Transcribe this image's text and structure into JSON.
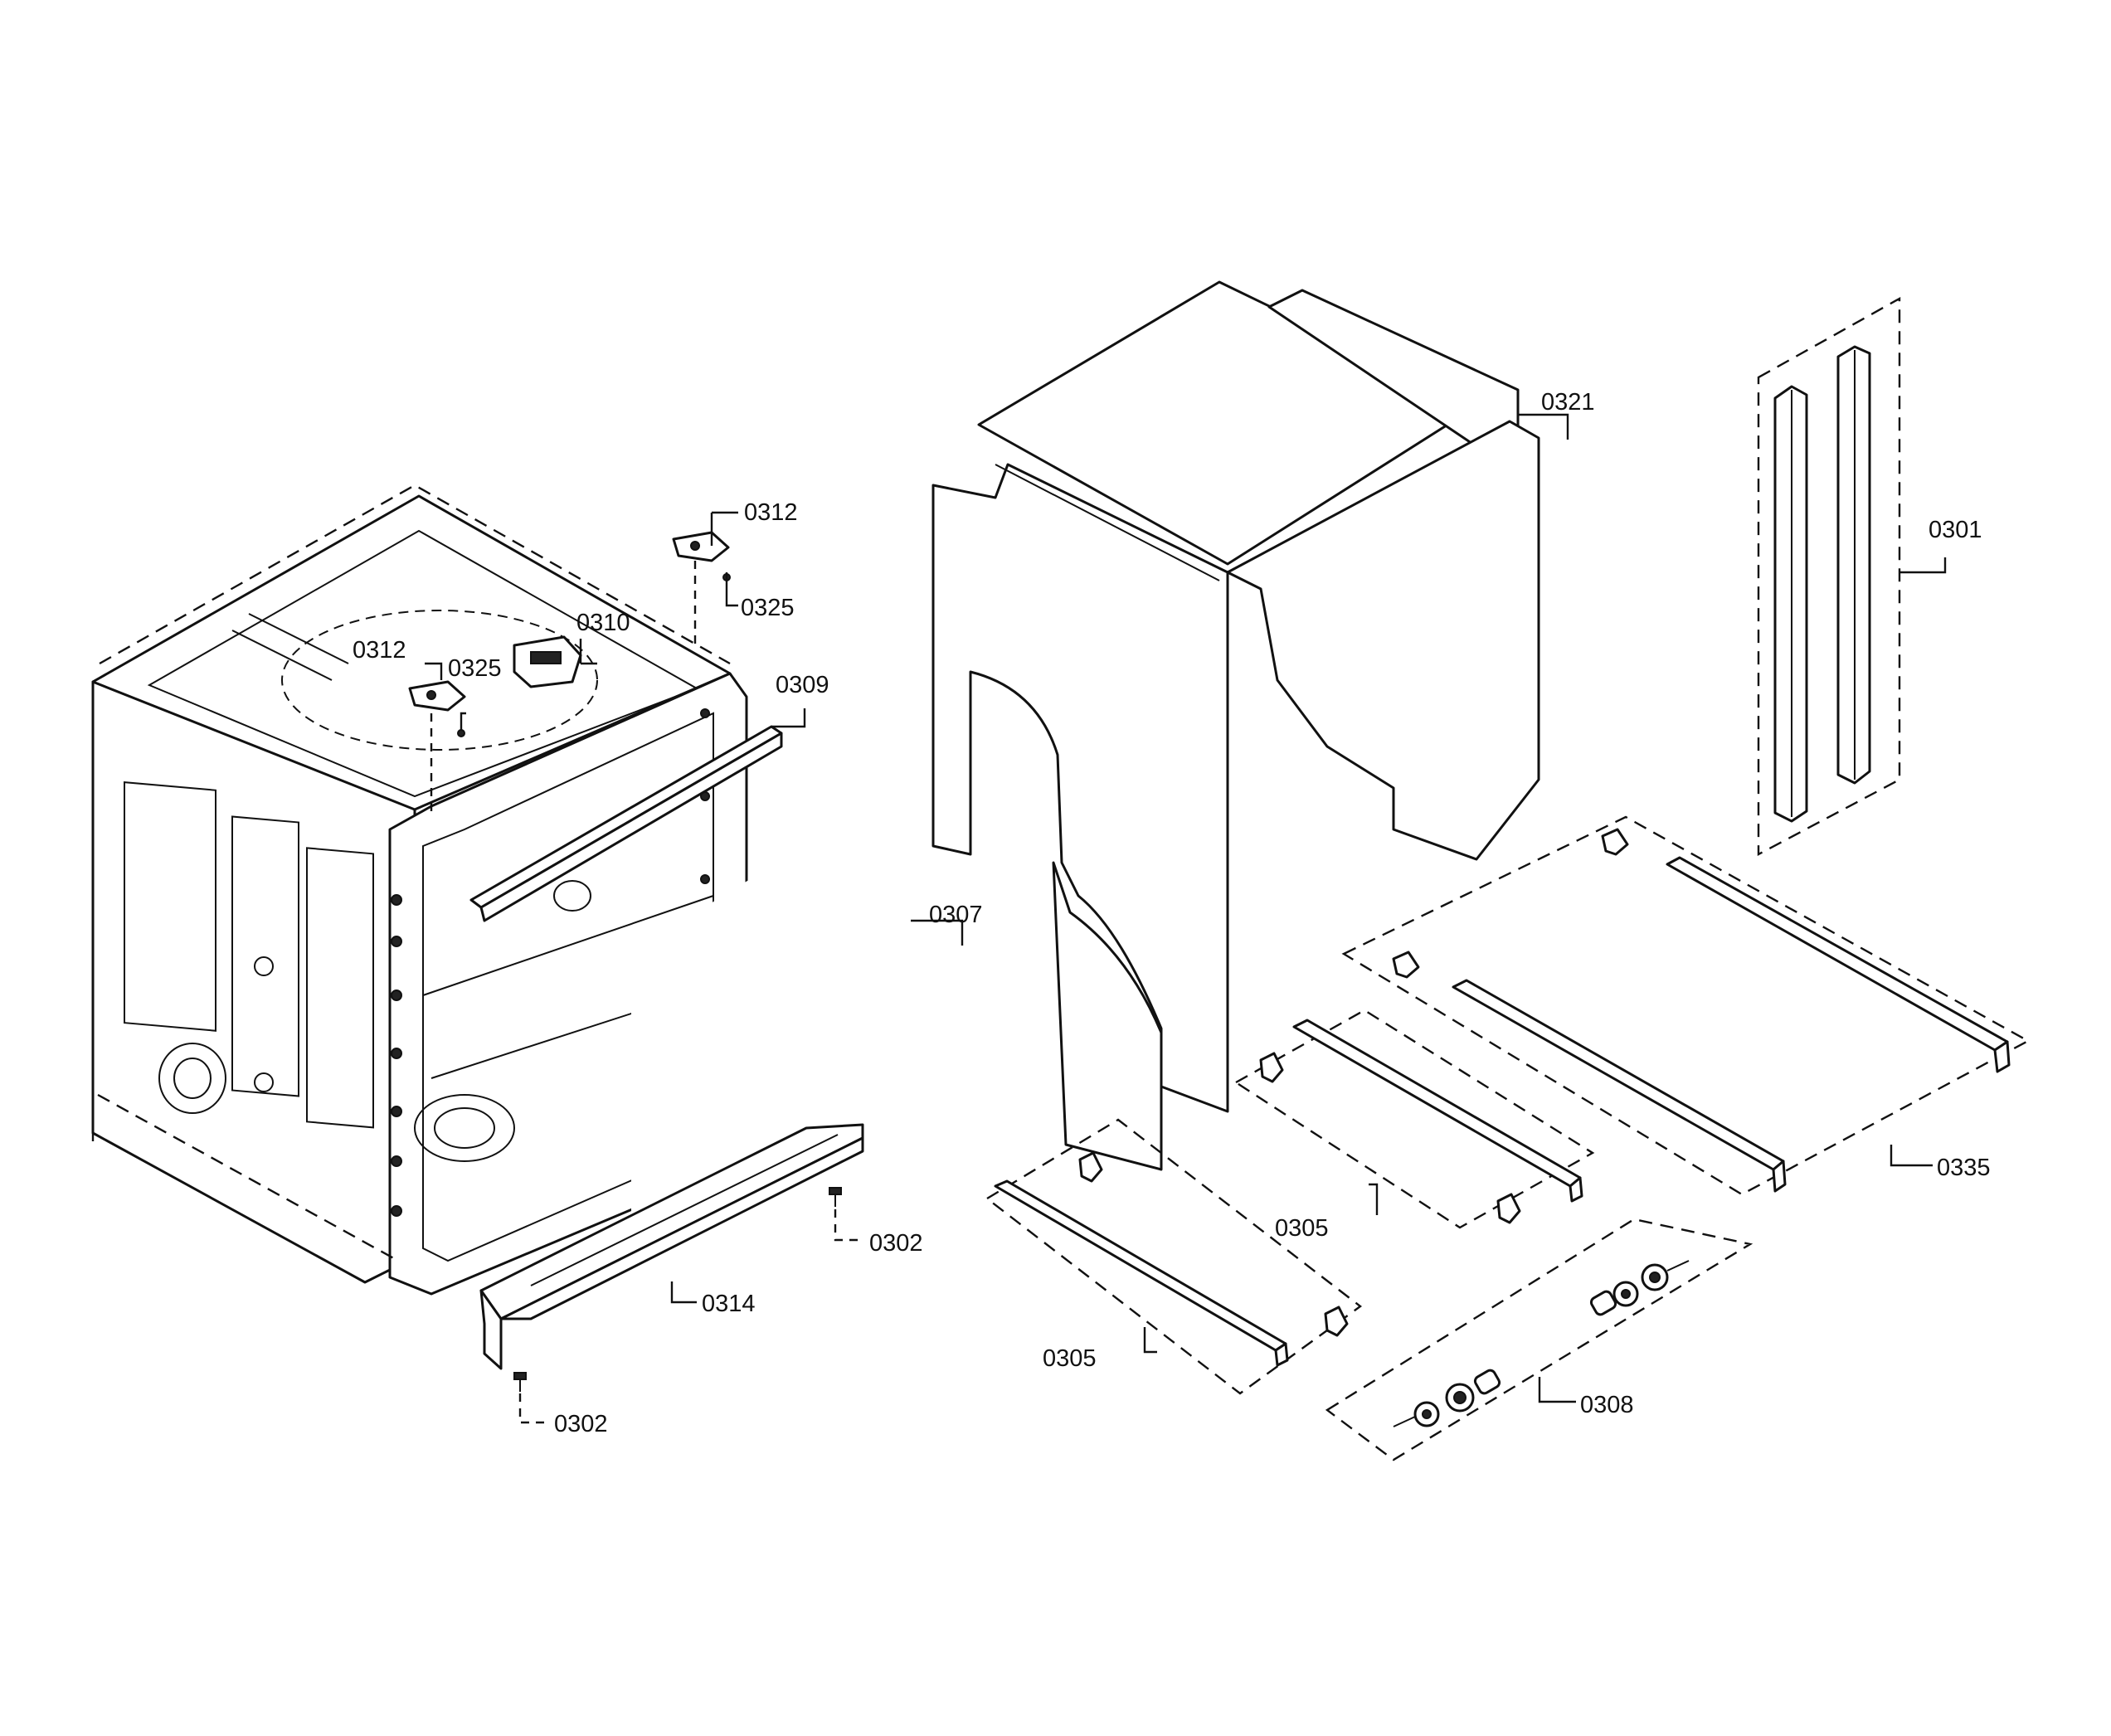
{
  "diagram": {
    "callouts": {
      "c0301": "0301",
      "c0302a": "0302",
      "c0302b": "0302",
      "c0305a": "0305",
      "c0305b": "0305",
      "c0307": "0307",
      "c0308": "0308",
      "c0309": "0309",
      "c0310": "0310",
      "c0312a": "0312",
      "c0312b": "0312",
      "c0314": "0314",
      "c0321": "0321",
      "c0325a": "0325",
      "c0325b": "0325",
      "c0335": "0335"
    }
  }
}
